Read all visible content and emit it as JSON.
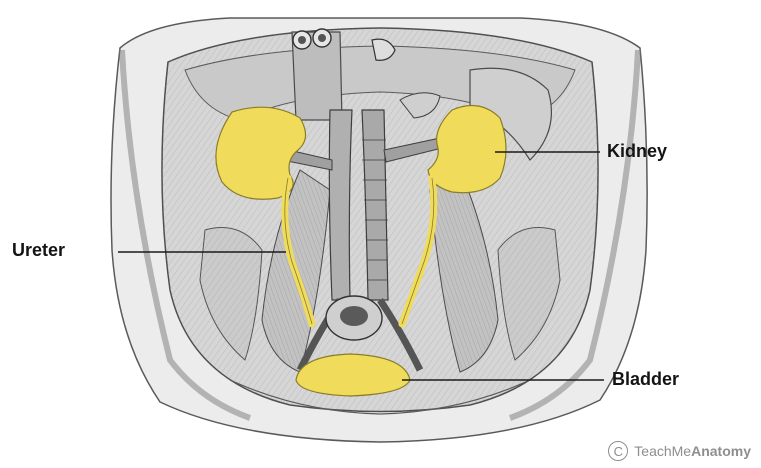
{
  "labels": {
    "kidney": "Kidney",
    "ureter": "Ureter",
    "bladder": "Bladder"
  },
  "watermark": {
    "copyright_symbol": "C",
    "brand_light": "TeachMe",
    "brand_bold": "Anatomy"
  },
  "colors": {
    "organ_highlight": "#f0dc5a",
    "tissue": "#d9d9d9",
    "line_art": "#555555",
    "label_text": "#141414",
    "watermark": "#8e8e8e"
  }
}
